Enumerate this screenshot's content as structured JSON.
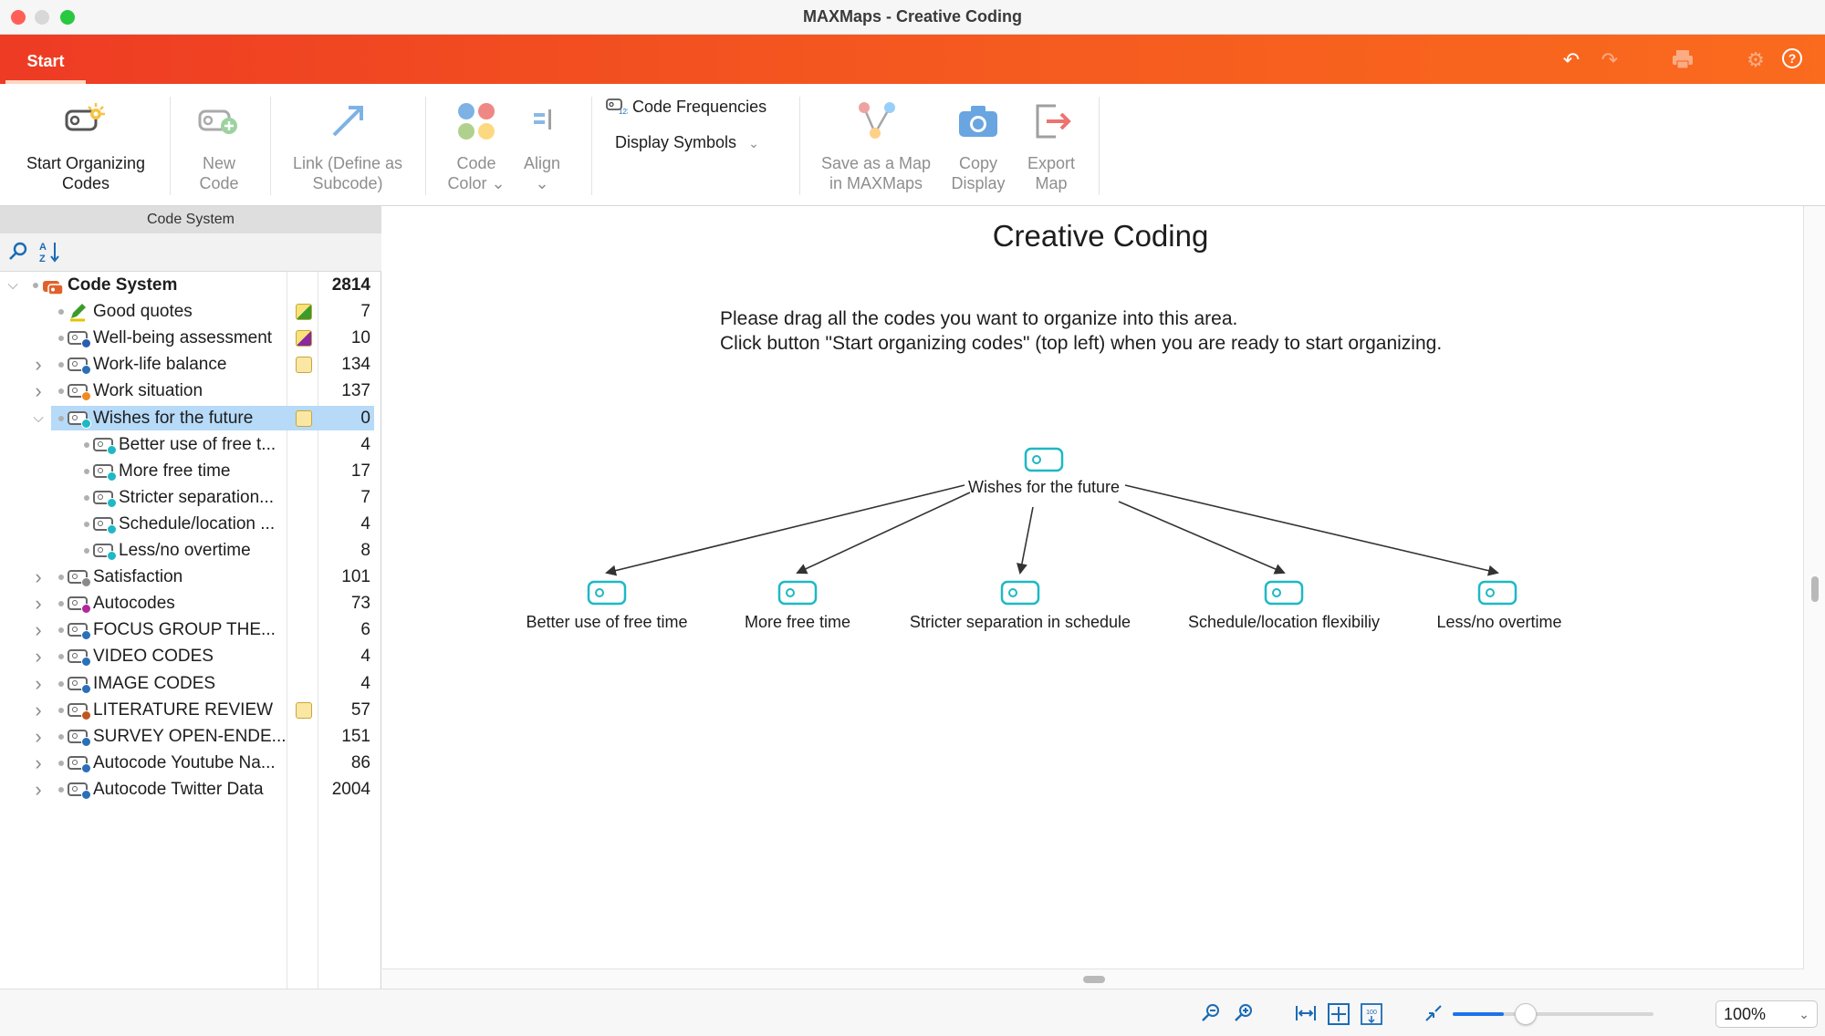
{
  "window": {
    "title": "MAXMaps - Creative Coding"
  },
  "tabs": {
    "start_label": "Start"
  },
  "ribbon": {
    "start_organizing": "Start Organizing\nCodes",
    "new_code": "New\nCode",
    "link": "Link (Define as\nSubcode)",
    "code_color": "Code\nColor ⌄",
    "align": "Align\n⌄",
    "code_frequencies": "Code Frequencies",
    "display_symbols": "Display Symbols",
    "save_map": "Save as a Map\nin MAXMaps",
    "copy_display": "Copy\nDisplay",
    "export_map": "Export\nMap"
  },
  "code_system": {
    "header": "Code System",
    "rows": [
      {
        "label": "Code System",
        "count": "2814",
        "color": "#e0622a",
        "memo": ""
      },
      {
        "label": "Good quotes",
        "count": "7",
        "color": "#3a9b2c",
        "memo": "yes"
      },
      {
        "label": "Well-being assessment",
        "count": "10",
        "color": "#2a5db0",
        "memo": "yes"
      },
      {
        "label": "Work-life balance",
        "count": "134",
        "color": "#2a6fb8",
        "memo": "yes"
      },
      {
        "label": "Work situation",
        "count": "137",
        "color": "#f08a24",
        "memo": ""
      },
      {
        "label": "Wishes for the future",
        "count": "0",
        "color": "#1fb8c4",
        "memo": "yes"
      },
      {
        "label": "Better use of free t...",
        "count": "4",
        "color": "#1fb8c4",
        "memo": ""
      },
      {
        "label": "More free time",
        "count": "17",
        "color": "#1fb8c4",
        "memo": ""
      },
      {
        "label": "Stricter separation...",
        "count": "7",
        "color": "#1fb8c4",
        "memo": ""
      },
      {
        "label": "Schedule/location ...",
        "count": "4",
        "color": "#1fb8c4",
        "memo": ""
      },
      {
        "label": "Less/no overtime",
        "count": "8",
        "color": "#1fb8c4",
        "memo": ""
      },
      {
        "label": "Satisfaction",
        "count": "101",
        "color": "#8a8a8a",
        "memo": ""
      },
      {
        "label": "Autocodes",
        "count": "73",
        "color": "#b0279e",
        "memo": ""
      },
      {
        "label": "FOCUS GROUP THE...",
        "count": "6",
        "color": "#2a6fb8",
        "memo": ""
      },
      {
        "label": "VIDEO CODES",
        "count": "4",
        "color": "#2a6fb8",
        "memo": ""
      },
      {
        "label": "IMAGE CODES",
        "count": "4",
        "color": "#2a6fb8",
        "memo": ""
      },
      {
        "label": "LITERATURE REVIEW",
        "count": "57",
        "color": "#c0551f",
        "memo": "yes"
      },
      {
        "label": "SURVEY OPEN-ENDE...",
        "count": "151",
        "color": "#2a6fb8",
        "memo": ""
      },
      {
        "label": "Autocode Youtube Na...",
        "count": "86",
        "color": "#2a6fb8",
        "memo": ""
      },
      {
        "label": "Autocode Twitter Data",
        "count": "2004",
        "color": "#2a6fb8",
        "memo": ""
      }
    ]
  },
  "map": {
    "title": "Creative Coding",
    "instructions": "Please drag all the codes you want to organize into this area.\nClick button \"Start organizing codes\" (top left) when you are ready to start organizing.",
    "parent": "Wishes for the future",
    "children": [
      "Better use of free time",
      "More free time",
      "Stricter separation in schedule",
      "Schedule/location flexibiliy",
      "Less/no overtime"
    ]
  },
  "status": {
    "zoom": "100%",
    "zoom_fraction": 0.2
  },
  "colors": {
    "accent": "#f4561f",
    "map_code": "#1fb8c4",
    "selection": "#b6daf7"
  }
}
